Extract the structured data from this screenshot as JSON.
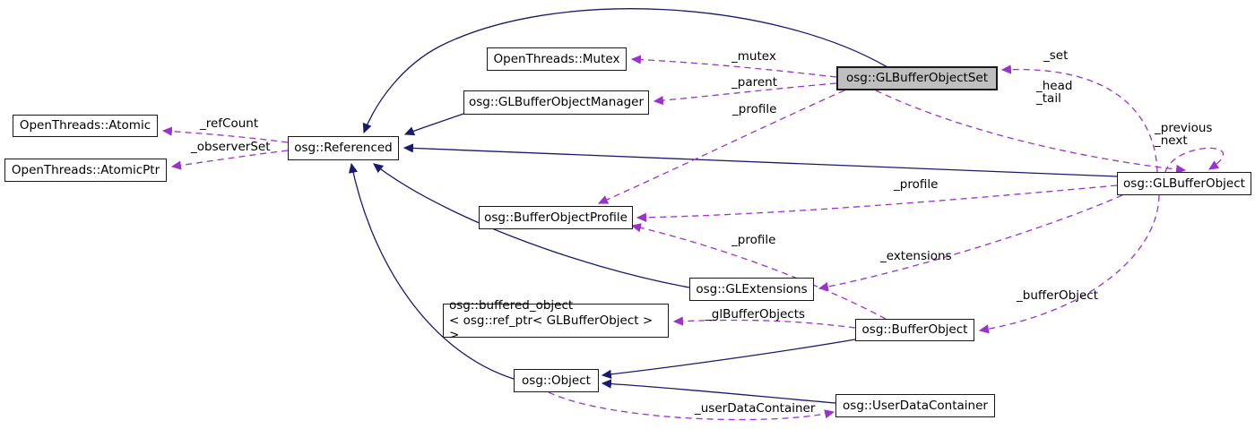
{
  "nodes": {
    "atomic": {
      "label": "OpenThreads::Atomic"
    },
    "atomic_ptr": {
      "label": "OpenThreads::AtomicPtr"
    },
    "referenced": {
      "label": "osg::Referenced"
    },
    "mutex": {
      "label": "OpenThreads::Mutex"
    },
    "manager": {
      "label": "osg::GLBufferObjectManager"
    },
    "set": {
      "label": "osg::GLBufferObjectSet"
    },
    "gl_buffer_object": {
      "label": "osg::GLBufferObject"
    },
    "profile": {
      "label": "osg::BufferObjectProfile"
    },
    "gl_extensions": {
      "label": "osg::GLExtensions"
    },
    "buffered_object": {
      "label": "osg::buffered_object\n< osg::ref_ptr< GLBufferObject > >"
    },
    "buffer_object": {
      "label": "osg::BufferObject"
    },
    "object": {
      "label": "osg::Object"
    },
    "user_data_container": {
      "label": "osg::UserDataContainer"
    }
  },
  "edge_labels": {
    "ref_count": "_refCount",
    "observer_set": "_observerSet",
    "mutex": "_mutex",
    "parent": "_parent",
    "profile_set": "_profile",
    "set": "_set",
    "head_tail": "_head\n_tail",
    "previous_next": "_previous\n_next",
    "profile_globj": "_profile",
    "profile_bufobj": "_profile",
    "extensions": "_extensions",
    "buffer_object": "_bufferObject",
    "gl_buffer_objects": "_glBufferObjects",
    "user_data_container": "_userDataContainer"
  },
  "colors": {
    "inheritance": "#191970",
    "usage": "#9a32cd",
    "node_border": "#1a1a1a",
    "node_fill": "#ffffff",
    "highlight_fill": "#bfbfbf",
    "background": "#ffffff",
    "text": "#000000"
  }
}
